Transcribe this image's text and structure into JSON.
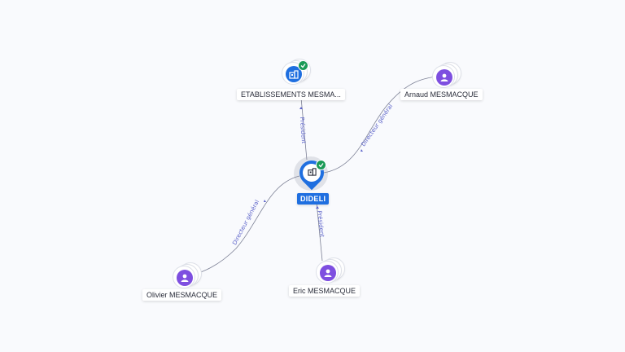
{
  "nodes": {
    "etablissements": {
      "name": "ETABLISSEMENTS MESMA...",
      "type": "company",
      "icon": "building-icon",
      "verified": true
    },
    "arnaud": {
      "name": "Arnaud MESMACQUE",
      "type": "person",
      "icon": "person-icon"
    },
    "dideli": {
      "name": "DIDELI",
      "type": "company",
      "icon": "building-icon",
      "verified": true
    },
    "olivier": {
      "name": "Olivier MESMACQUE",
      "type": "person",
      "icon": "person-icon"
    },
    "eric": {
      "name": "Eric MESMACQUE",
      "type": "person",
      "icon": "person-icon"
    }
  },
  "edges": {
    "dideli_etablissements": "Président",
    "dideli_arnaud": "Directeur général",
    "dideli_olivier": "Directeur général",
    "dideli_eric": "Président"
  },
  "colors": {
    "person": "#7e4fe0",
    "company": "#1f6fe0",
    "verified": "#1a9a56",
    "edge_label": "#5b62c9"
  }
}
